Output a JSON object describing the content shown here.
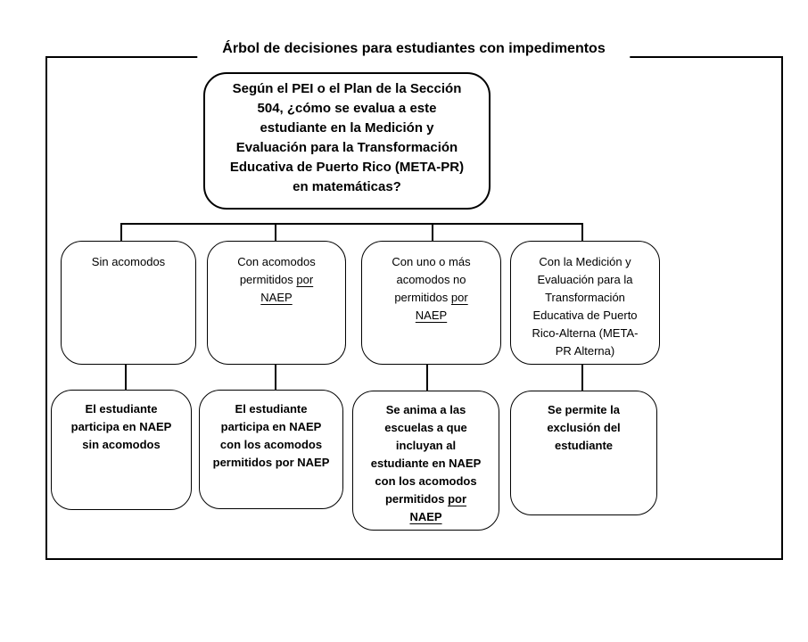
{
  "title": "Árbol de decisiones para estudiantes con impedimentos",
  "colors": {
    "line": "#000000",
    "background": "#ffffff",
    "text": "#000000"
  },
  "root_question": {
    "text": "Según el PEI o el Plan de la Sección\n504, ¿cómo se evalua a este\nestudiante en la Medición y\nEvaluación para la Transformación\nEducativa de Puerto Rico (META-PR)\nen matemáticas?"
  },
  "branches": [
    {
      "pre": "Sin acomodos",
      "underlined": ""
    },
    {
      "pre": "Con acomodos\npermitidos ",
      "underlined": "por\nNAEP"
    },
    {
      "pre": "Con uno o más\nacomodos no\npermitidos ",
      "underlined": "por\nNAEP"
    },
    {
      "pre": "Con la Medición y\nEvaluación para la\nTransformación\nEducativa de Puerto\nRico-Alterna (META-\nPR Alterna)",
      "underlined": ""
    }
  ],
  "outcomes": [
    {
      "pre": "El estudiante\nparticipa en NAEP\nsin acomodos",
      "underlined": ""
    },
    {
      "pre": "El estudiante\nparticipa en NAEP\ncon los acomodos\npermitidos por NAEP",
      "underlined": ""
    },
    {
      "pre": "Se anima a las\nescuelas a que\nincluyan al\nestudiante en NAEP\ncon los acomodos\npermitidos ",
      "underlined": "por\nNAEP"
    },
    {
      "pre": "Se permite la\nexclusión del\nestudiante",
      "underlined": ""
    }
  ]
}
